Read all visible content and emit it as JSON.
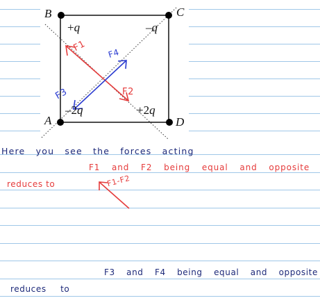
{
  "diagram": {
    "corners": {
      "A": "A",
      "B": "B",
      "C": "C",
      "D": "D"
    },
    "charges": {
      "B": {
        "sign": "+",
        "symbol": "q"
      },
      "C": {
        "sign": "–",
        "symbol": "q"
      },
      "A": {
        "sign": "–2",
        "symbol": "q"
      },
      "D": {
        "sign": "+2",
        "symbol": "q"
      }
    },
    "force_labels": {
      "F1": "F1",
      "F2": "F2",
      "F3": "F3",
      "F4": "F4"
    }
  },
  "notes": {
    "line1": "Here you see the forces acting",
    "line2": "F1 and F2 being equal and opposite",
    "line3": "reduces to",
    "line4_label": "F1-F2",
    "line5": "F3 and F4 being equal and opposite",
    "line6": "reduces to"
  },
  "colors": {
    "ruled_line": "#9fc7e8",
    "red_ink": "#e53b3b",
    "blue_ink": "#2a3bd0",
    "dark_ink": "#1e2a7a",
    "diagram_ink": "#111111"
  }
}
